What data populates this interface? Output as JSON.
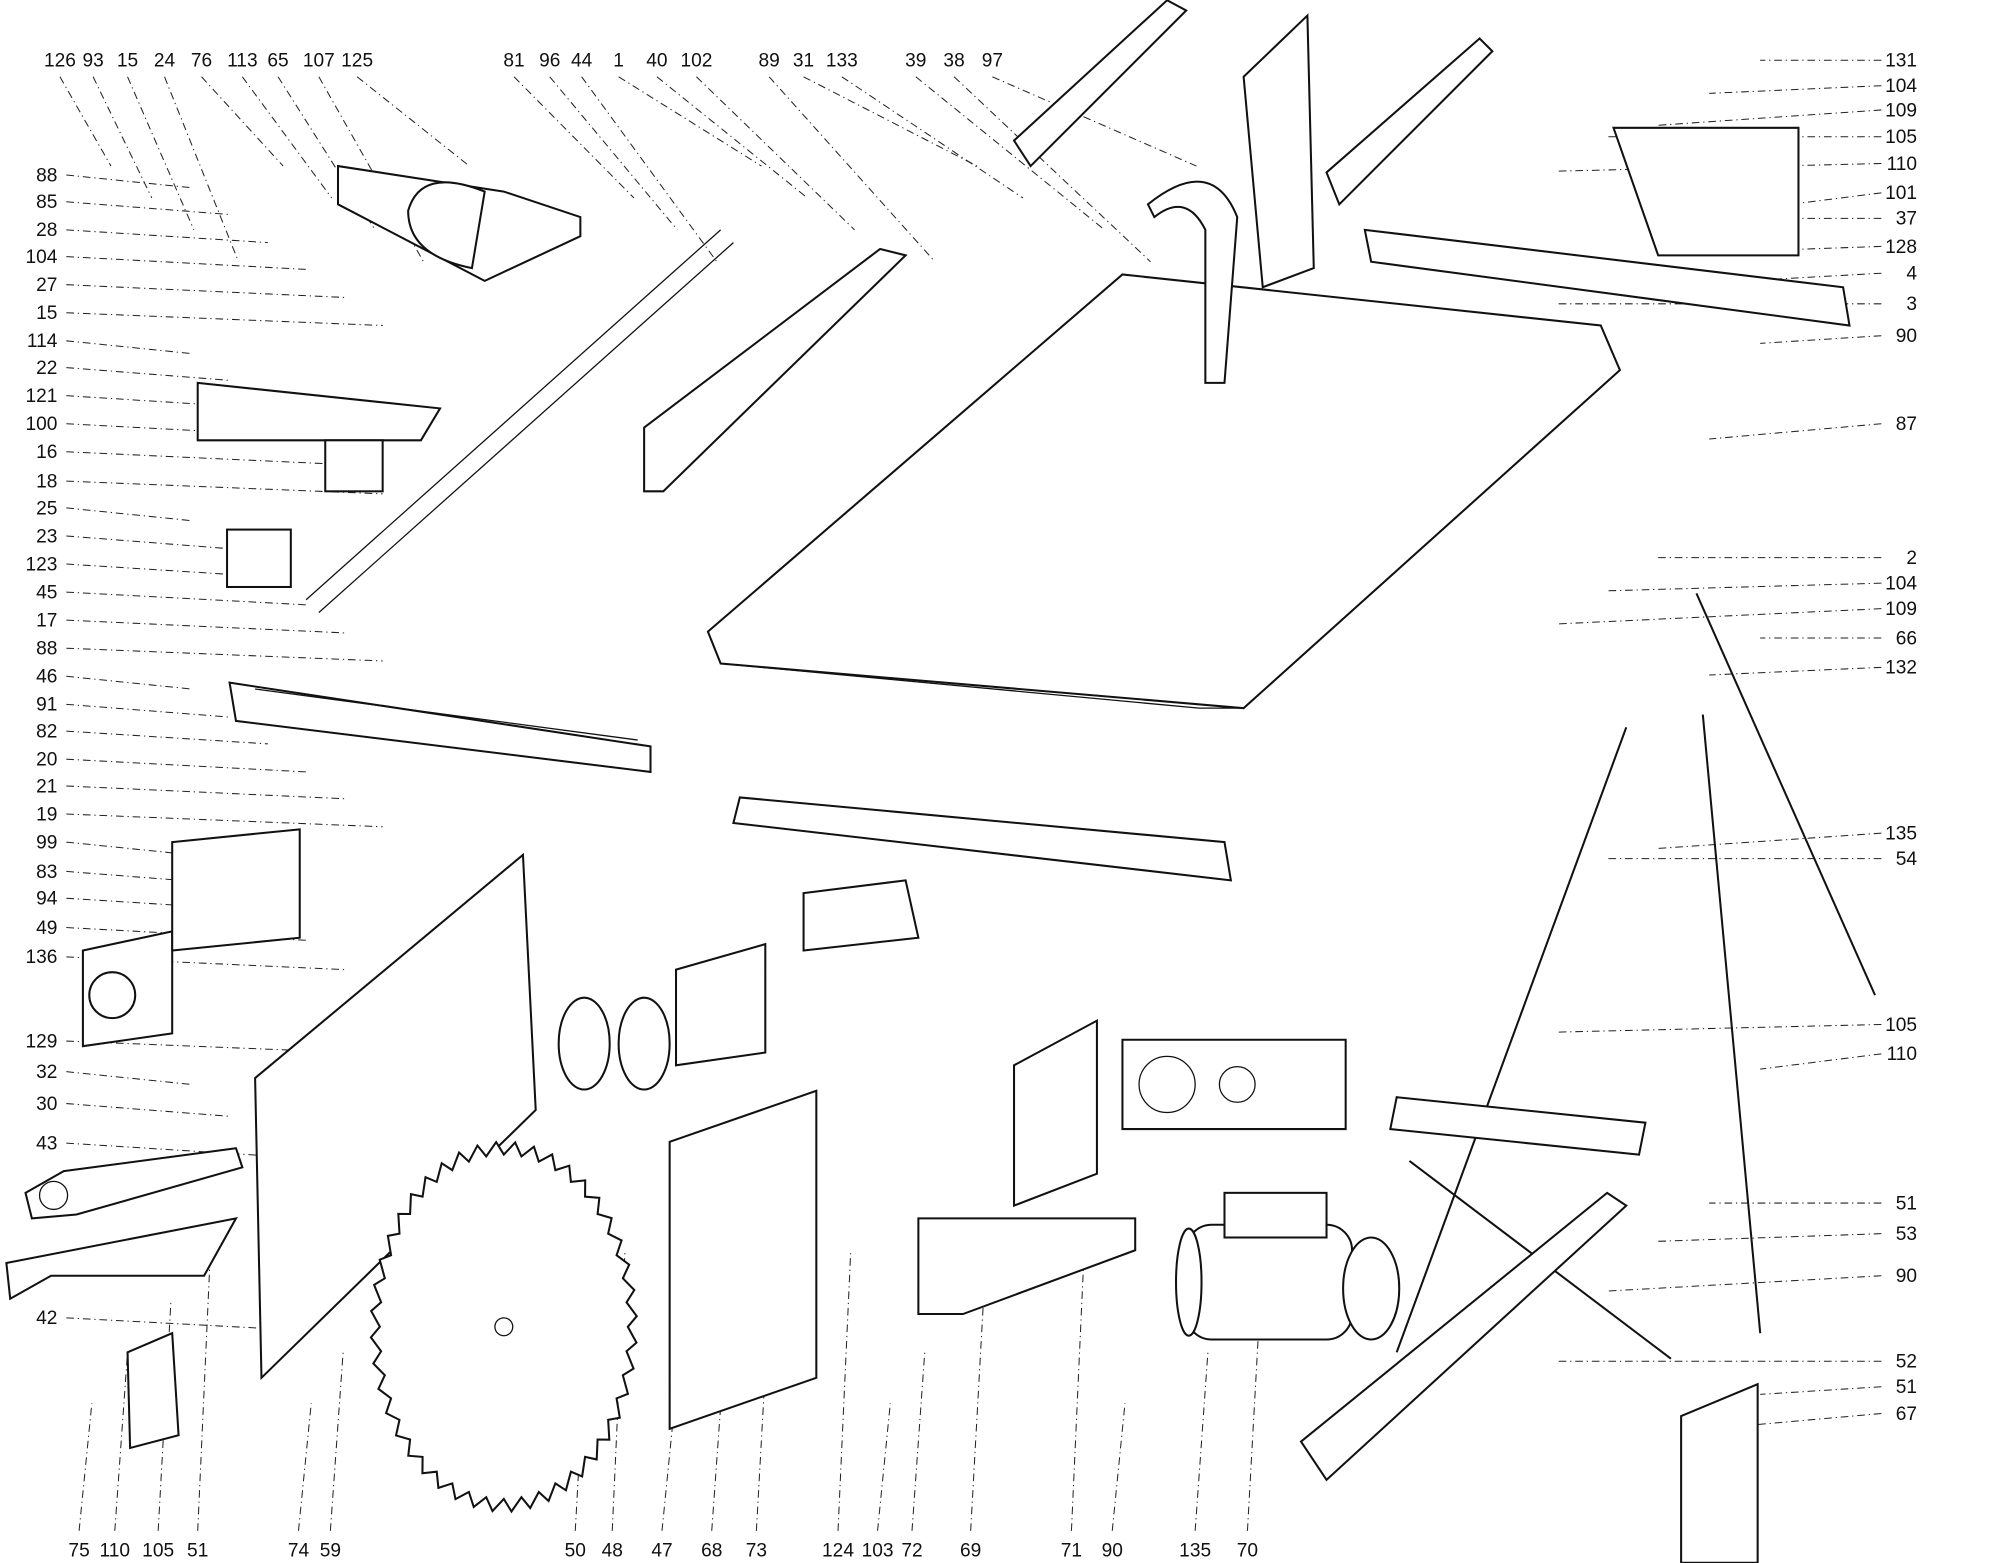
{
  "diagram": {
    "title": "Table saw exploded parts diagram",
    "labels_top": [
      "126",
      "93",
      "15",
      "24",
      "76",
      "113",
      "65",
      "107",
      "125",
      "81",
      "96",
      "44",
      "1",
      "40",
      "102",
      "89",
      "31",
      "133",
      "39",
      "38",
      "97"
    ],
    "labels_right": [
      "131",
      "104",
      "109",
      "105",
      "110",
      "101",
      "37",
      "128",
      "4",
      "3",
      "90",
      "87",
      "2",
      "104",
      "109",
      "66",
      "132",
      "135",
      "54",
      "105",
      "110",
      "51",
      "53",
      "90",
      "52",
      "51",
      "67"
    ],
    "labels_left": [
      "88",
      "85",
      "28",
      "104",
      "27",
      "15",
      "114",
      "22",
      "121",
      "100",
      "16",
      "18",
      "25",
      "23",
      "123",
      "45",
      "17",
      "88",
      "46",
      "91",
      "82",
      "20",
      "21",
      "19",
      "99",
      "83",
      "94",
      "49",
      "136",
      "129",
      "32",
      "30",
      "43",
      "42"
    ],
    "labels_bottom": [
      "75",
      "110",
      "105",
      "51",
      "74",
      "59",
      "50",
      "48",
      "47",
      "68",
      "73",
      "124",
      "103",
      "72",
      "69",
      "71",
      "90",
      "135",
      "70"
    ]
  }
}
